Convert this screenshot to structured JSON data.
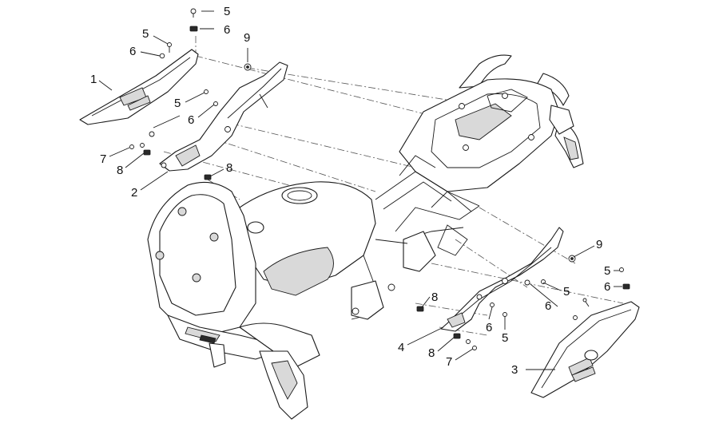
{
  "callouts": {
    "c1": "1",
    "c2": "2",
    "c3": "3",
    "c4": "4",
    "c5a": "5",
    "c5b": "5",
    "c5c": "5",
    "c5d": "5",
    "c5e": "5",
    "c5f": "5",
    "c6a": "6",
    "c6b": "6",
    "c6c": "6",
    "c6d": "6",
    "c6e": "6",
    "c6f": "6",
    "c7a": "7",
    "c7b": "7",
    "c8a": "8",
    "c8b": "8",
    "c8c": "8",
    "c8d": "8",
    "c9a": "9",
    "c9b": "9"
  },
  "icons": {
    "screw": "screw-icon",
    "washer": "washer-icon",
    "clip": "clip-nut-icon",
    "grommet": "grommet-icon"
  }
}
